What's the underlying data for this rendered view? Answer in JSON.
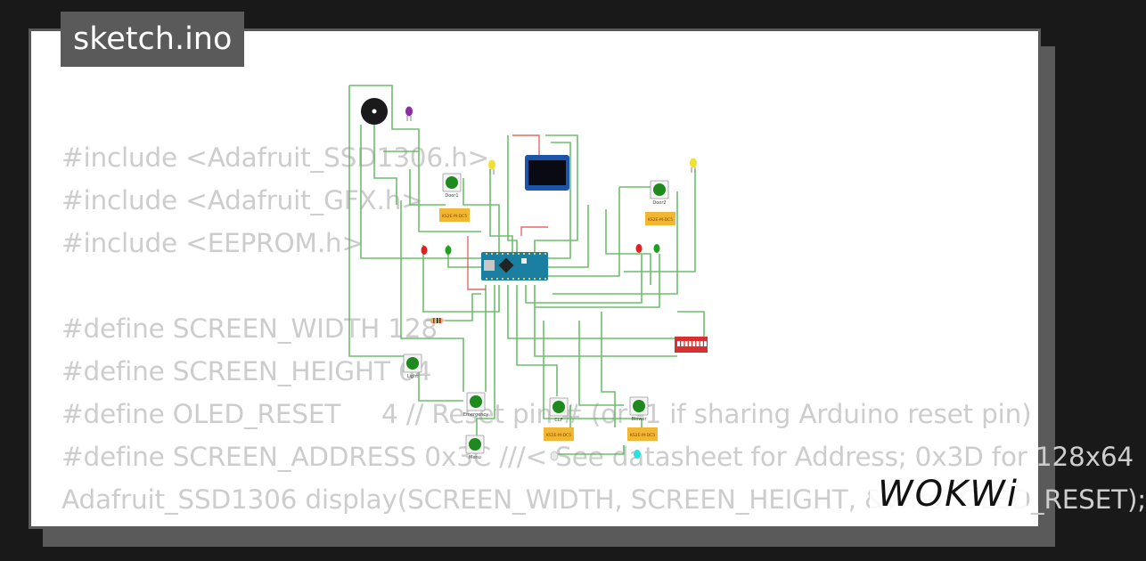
{
  "title": "sketch.ino",
  "code_lines": [
    "#include <Adafruit_SSD1306.h>",
    "#include <Adafruit_GFX.h>",
    "#include <EEPROM.h>",
    "",
    "#define SCREEN_WIDTH 128",
    "#define SCREEN_HEIGHT 64",
    "#define OLED_RESET     4 // Reset pin # (or -1 if sharing Arduino reset pin)",
    "#define SCREEN_ADDRESS 0x3C ///< See datasheet for Address; 0x3D for 128x64",
    "Adafruit_SSD1306 display(SCREEN_WIDTH, SCREEN_HEIGHT, &Wire, OLED_RESET);"
  ],
  "button_labels": {
    "door1": "Door1",
    "door2": "Door2",
    "light": "Light",
    "emergency": "Emergency",
    "menu": "Menu",
    "clf": "CLF",
    "blower": "Blower"
  },
  "relay_labels": {
    "relay1": "KS2E-M-DC5",
    "relay2": "KS2E-M-DC5",
    "relay3": "KS2E-M-DC5",
    "relay4": "KS2E-M-DC5"
  },
  "logo_text": "WOKWi",
  "colors": {
    "background": "#191919",
    "card": "#ffffff",
    "badge": "#5a5a5a",
    "code_text": "#cdcdcd",
    "wire_green": "#5fb85f",
    "wire_red": "#e05050",
    "arduino": "#1a7fa0",
    "oled": "#1c54a8",
    "relay": "#f2b632",
    "button": "#1e8a1e",
    "dip_switch": "#d83030"
  },
  "icons": {
    "buzzer": "buzzer-icon",
    "arduino": "arduino-nano-icon",
    "oled": "oled-display-icon",
    "dip": "dip-switch-icon",
    "resistor": "resistor-icon"
  }
}
